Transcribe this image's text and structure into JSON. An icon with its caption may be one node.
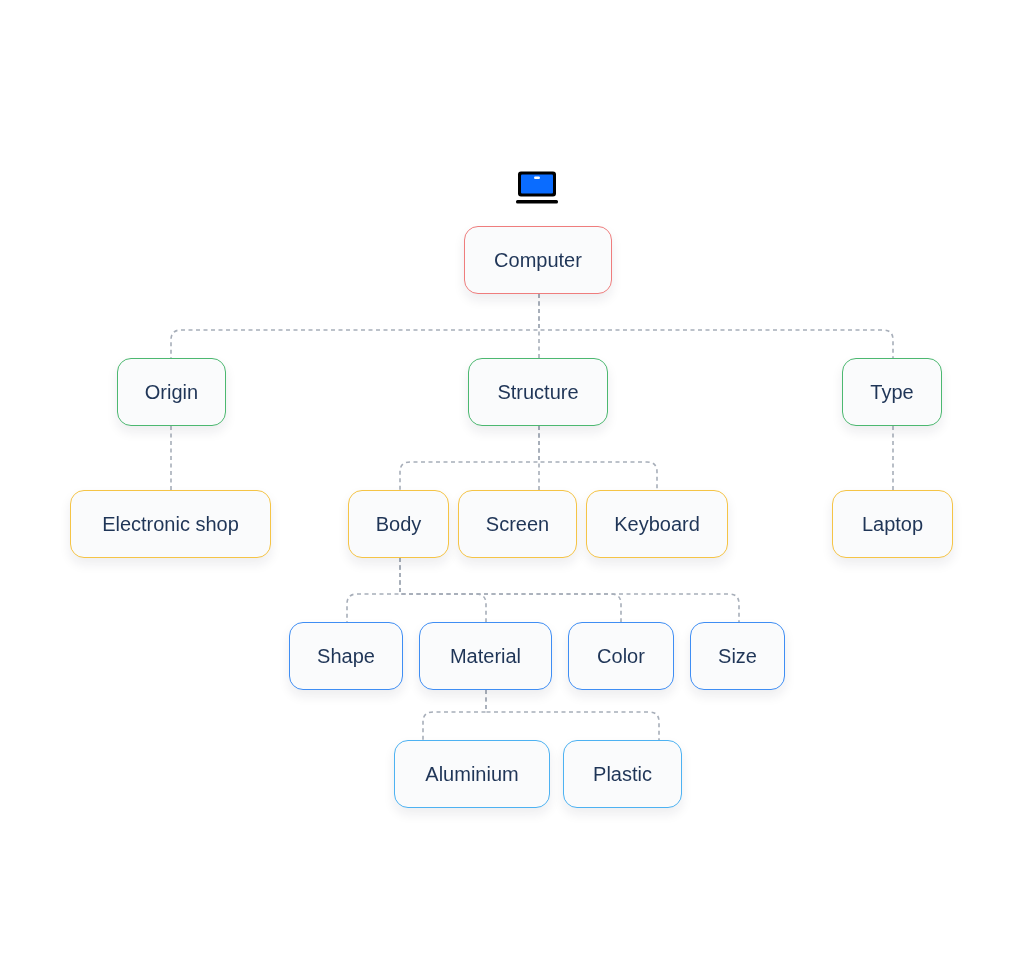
{
  "diagram": {
    "nodes": [
      {
        "text": [
          "Computer"
        ]
      },
      {
        "text": [
          "Origin"
        ]
      },
      {
        "text": [
          "Structure"
        ]
      },
      {
        "text": [
          "Type"
        ]
      },
      {
        "text": [
          "Electronic shop"
        ]
      },
      {
        "text": [
          "Body"
        ]
      },
      {
        "text": [
          "Screen"
        ]
      },
      {
        "text": [
          "Keyboard"
        ]
      },
      {
        "text": [
          "Laptop"
        ]
      },
      {
        "text": [
          "Shape"
        ]
      },
      {
        "text": [
          "Material"
        ]
      },
      {
        "text": [
          "Color"
        ]
      },
      {
        "text": [
          "Size"
        ]
      },
      {
        "text": [
          "Aluminium"
        ]
      },
      {
        "text": [
          "Plastic"
        ]
      }
    ],
    "edges": [
      {
        "from": 0,
        "to": 1,
        "arrow": "none",
        "style": "dashed"
      },
      {
        "from": 0,
        "to": 2,
        "arrow": "none",
        "style": "dashed"
      },
      {
        "from": 0,
        "to": 3,
        "arrow": "none",
        "style": "dashed"
      },
      {
        "from": 1,
        "to": 4,
        "arrow": "none",
        "style": "dashed"
      },
      {
        "from": 2,
        "to": 5,
        "arrow": "none",
        "style": "dashed"
      },
      {
        "from": 2,
        "to": 6,
        "arrow": "none",
        "style": "dashed"
      },
      {
        "from": 2,
        "to": 7,
        "arrow": "none",
        "style": "dashed"
      },
      {
        "from": 3,
        "to": 8,
        "arrow": "none",
        "style": "dashed"
      },
      {
        "from": 5,
        "to": 9,
        "arrow": "none",
        "style": "dashed"
      },
      {
        "from": 5,
        "to": 10,
        "arrow": "none",
        "style": "dashed"
      },
      {
        "from": 5,
        "to": 11,
        "arrow": "none",
        "style": "dashed"
      },
      {
        "from": 5,
        "to": 12,
        "arrow": "none",
        "style": "dashed"
      },
      {
        "from": 10,
        "to": 13,
        "arrow": "none",
        "style": "dashed"
      },
      {
        "from": 10,
        "to": 14,
        "arrow": "none",
        "style": "dashed"
      }
    ]
  }
}
